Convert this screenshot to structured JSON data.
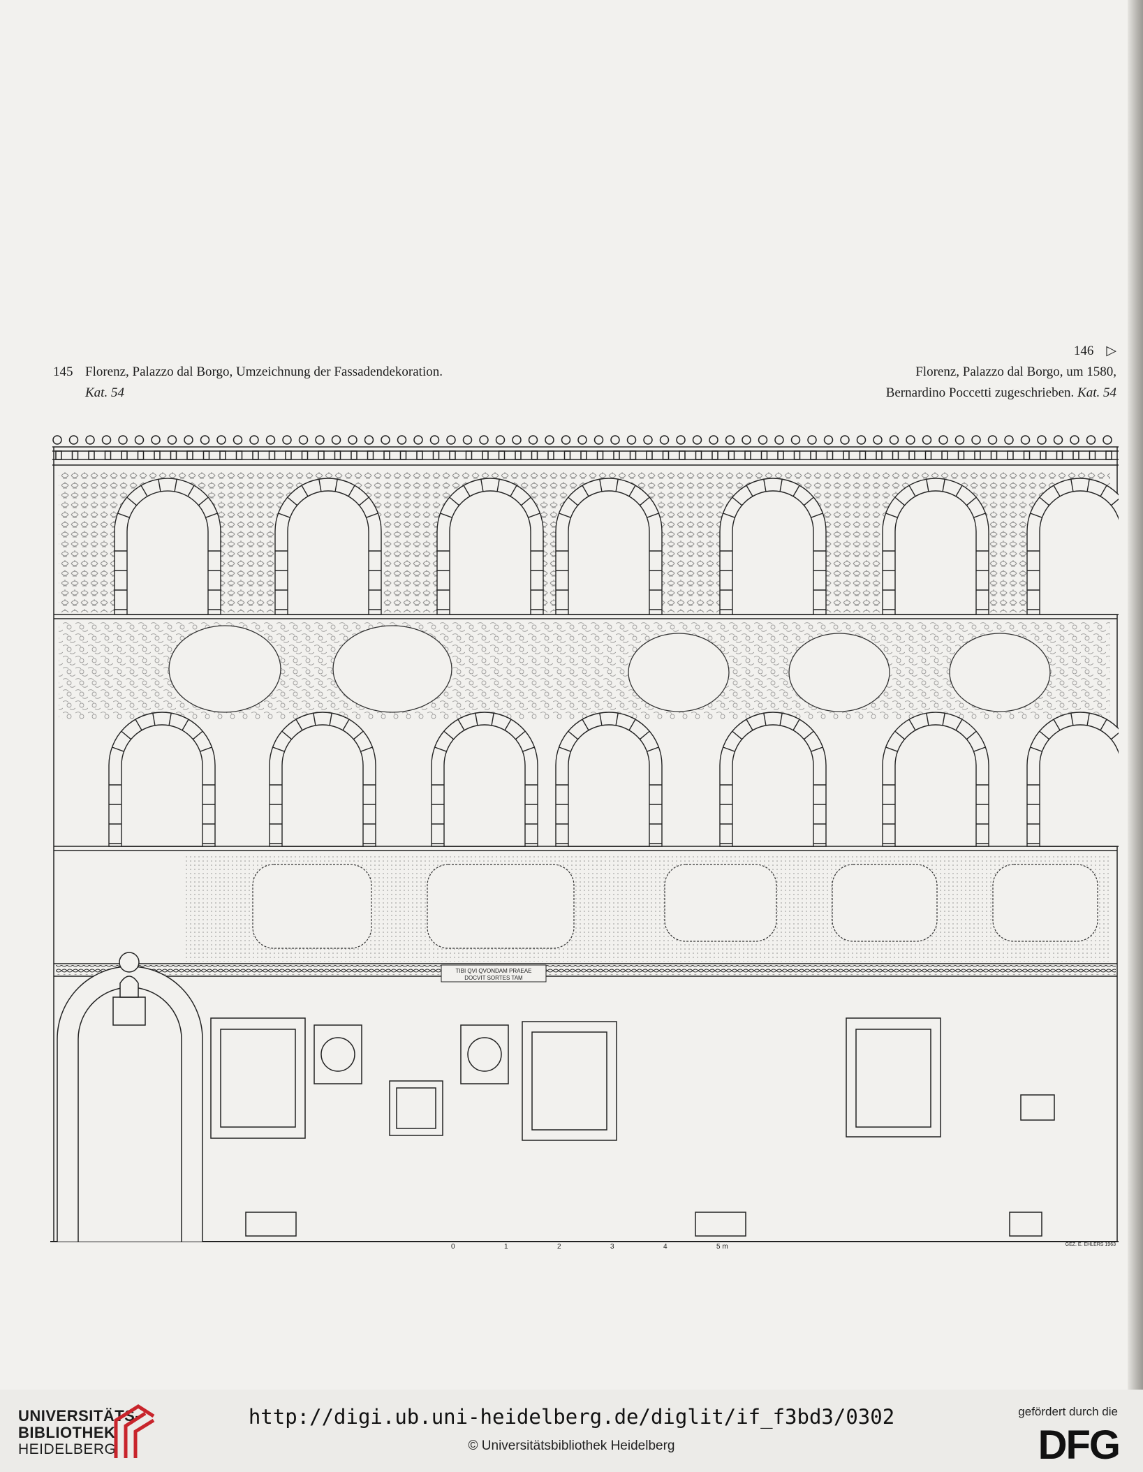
{
  "captions": {
    "left": {
      "number": "145",
      "text": "Florenz, Palazzo dal Borgo, Umzeichnung der Fassadendekoration.",
      "kat": "Kat. 54"
    },
    "right": {
      "number": "146",
      "arrow": "▷",
      "line1": "Florenz, Palazzo dal Borgo, um 1580,",
      "line2": "Bernardino Poccetti zugeschrieben.",
      "kat": "Kat. 54"
    }
  },
  "drawing": {
    "inscription_line1": "TIBI QVI QVONDAM PRAEAE",
    "inscription_line2": "DOCVIT SORTES TAM",
    "scale_labels": [
      "0",
      "1",
      "2",
      "3",
      "4",
      "5 m"
    ],
    "signature": "GEZ. E. EHLERS 1963"
  },
  "footer": {
    "logo_line1": "UNIVERSITÄTS-",
    "logo_line2": "BIBLIOTHEK",
    "logo_line3": "HEIDELBERG",
    "url": "http://digi.ub.uni-heidelberg.de/diglit/if_f3bd3/0302",
    "copyright": "© Universitätsbibliothek Heidelberg",
    "funding_text": "gefördert durch die",
    "funding_logo": "DFG"
  }
}
